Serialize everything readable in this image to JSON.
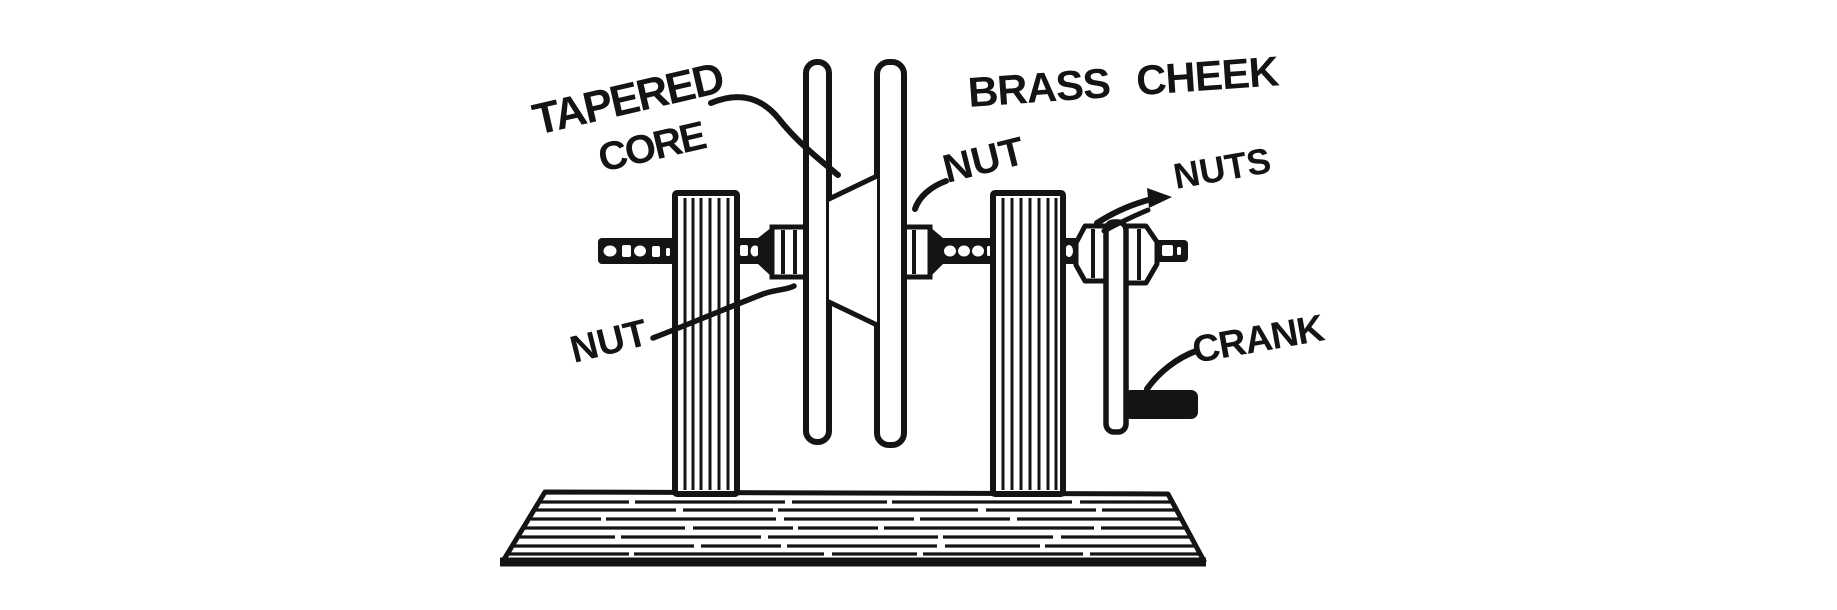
{
  "figure": {
    "type": "technical-illustration",
    "subject": "hand-cranked coil winding jig",
    "colors": {
      "ink": "#141414",
      "paper": "#ffffff"
    },
    "labels": {
      "tapered_core": {
        "line1": "TAPERED",
        "line2": "CORE"
      },
      "brass_cheek": "BRASS CHEEK",
      "nut_upper": "NUT",
      "nuts": "NUTS",
      "nut_lower": "NUT",
      "crank": "CRANK"
    }
  }
}
